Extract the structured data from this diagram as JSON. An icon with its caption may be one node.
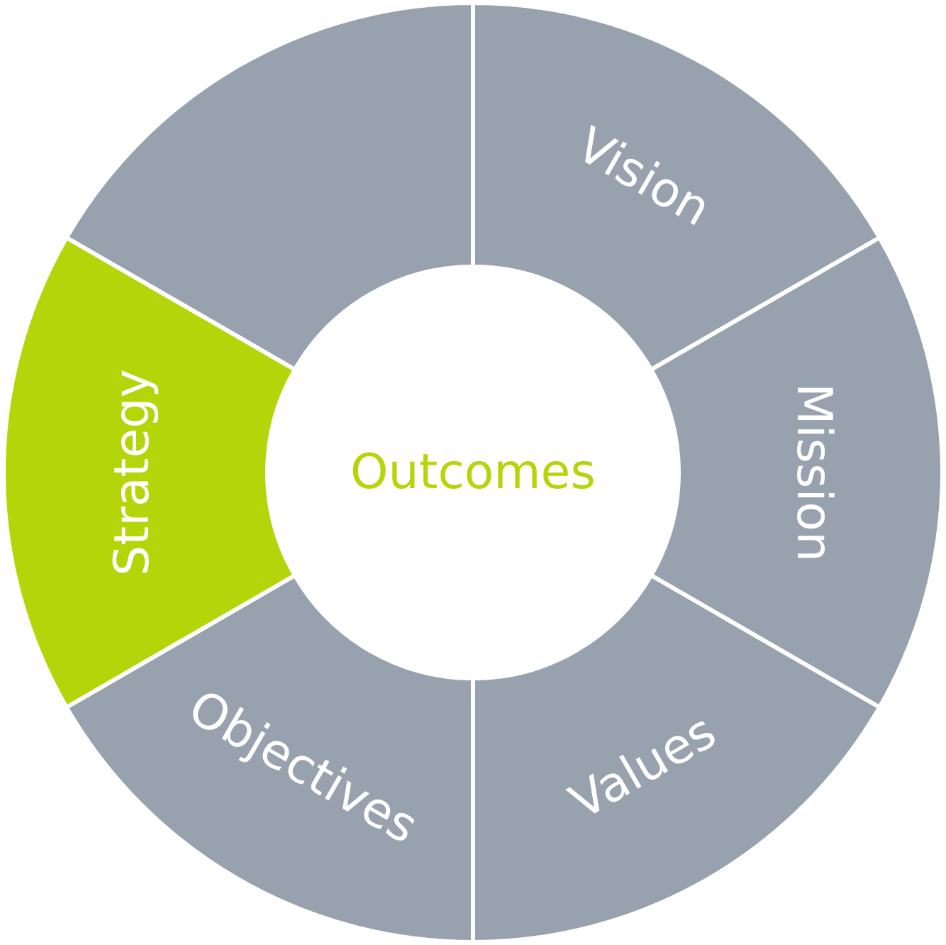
{
  "diagram": {
    "nodes": [
      {
        "text": [],
        "shape": "segment"
      },
      {
        "text": [
          "Vision"
        ]
      },
      {
        "text": [
          "Mission"
        ]
      },
      {
        "text": [
          "Values"
        ]
      },
      {
        "text": [
          "Objectives"
        ]
      },
      {
        "text": [
          "Strategy"
        ]
      },
      {
        "text": [
          "Outcomes"
        ]
      }
    ]
  }
}
